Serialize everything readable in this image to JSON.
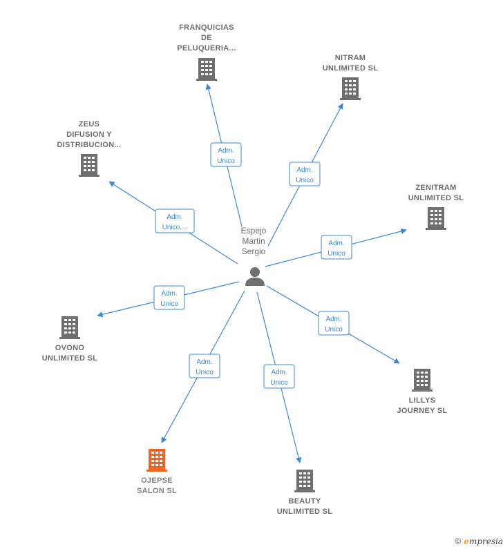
{
  "center": {
    "name_lines": [
      "Espejo",
      "Martin",
      "Sergio"
    ]
  },
  "companies": [
    {
      "id": "franquicias",
      "lines": [
        "FRANQUICIAS",
        "DE",
        "PELUQUERIA..."
      ],
      "highlight": false
    },
    {
      "id": "nitram",
      "lines": [
        "NITRAM",
        "UNLIMITED  SL"
      ],
      "highlight": false
    },
    {
      "id": "zeus",
      "lines": [
        "ZEUS",
        "DIFUSION Y",
        "DISTRIBUCION..."
      ],
      "highlight": false
    },
    {
      "id": "zenitram",
      "lines": [
        "ZENITRAM",
        "UNLIMITED  SL"
      ],
      "highlight": false
    },
    {
      "id": "ovono",
      "lines": [
        "OVONO",
        "UNLIMITED  SL"
      ],
      "highlight": false
    },
    {
      "id": "lillys",
      "lines": [
        "LILLYS",
        "JOURNEY  SL"
      ],
      "highlight": false
    },
    {
      "id": "ojepse",
      "lines": [
        "OJEPSE",
        "SALON  SL"
      ],
      "highlight": true
    },
    {
      "id": "beauty",
      "lines": [
        "BEAUTY",
        "UNLIMITED  SL"
      ],
      "highlight": false
    }
  ],
  "relations": [
    {
      "to": "franquicias",
      "lines": [
        "Adm.",
        "Unico"
      ]
    },
    {
      "to": "nitram",
      "lines": [
        "Adm.",
        "Unico"
      ]
    },
    {
      "to": "zeus",
      "lines": [
        "Adm.",
        "Unico,..."
      ]
    },
    {
      "to": "zenitram",
      "lines": [
        "Adm.",
        "Unico"
      ]
    },
    {
      "to": "ovono",
      "lines": [
        "Adm.",
        "Unico"
      ]
    },
    {
      "to": "lillys",
      "lines": [
        "Adm.",
        "Unico"
      ]
    },
    {
      "to": "ojepse",
      "lines": [
        "Adm.",
        "Unico"
      ]
    },
    {
      "to": "beauty",
      "lines": [
        "Adm.",
        "Unico"
      ]
    }
  ],
  "colors": {
    "edge": "#3a87d6",
    "building": "#6f6f6f",
    "building_highlight": "#f26522",
    "person": "#6f6f6f"
  },
  "footer": {
    "copyright": "©",
    "brand_first": "e",
    "brand_rest": "mpresia"
  }
}
